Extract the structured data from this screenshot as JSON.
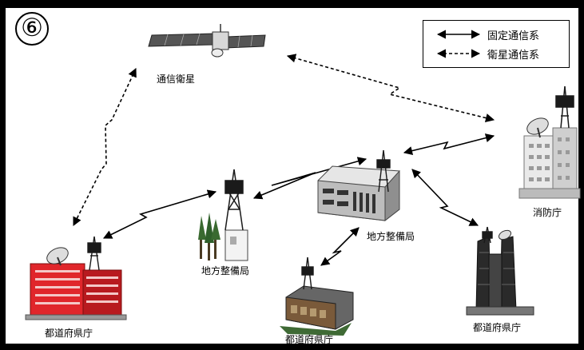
{
  "badge": "⑥",
  "legend": {
    "fixed_label": "固定通信系",
    "satellite_label": "衛星通信系"
  },
  "nodes": {
    "satellite": "通信衛星",
    "fire_agency": "消防庁",
    "regional_bureau_center": "地方整備局",
    "regional_bureau_left": "地方整備局",
    "prefecture_left": "都道府県庁",
    "prefecture_center": "都道府県庁",
    "prefecture_right": "都道府県庁"
  },
  "colors": {
    "frame": "#000000",
    "background": "#ffffff",
    "prefecture_left_building": "#e0262b",
    "tower": "#1a1a1a"
  },
  "icons": [
    "satellite-icon",
    "satellite-dish-icon",
    "radio-tower-icon",
    "office-building-icon",
    "tree-icon"
  ]
}
